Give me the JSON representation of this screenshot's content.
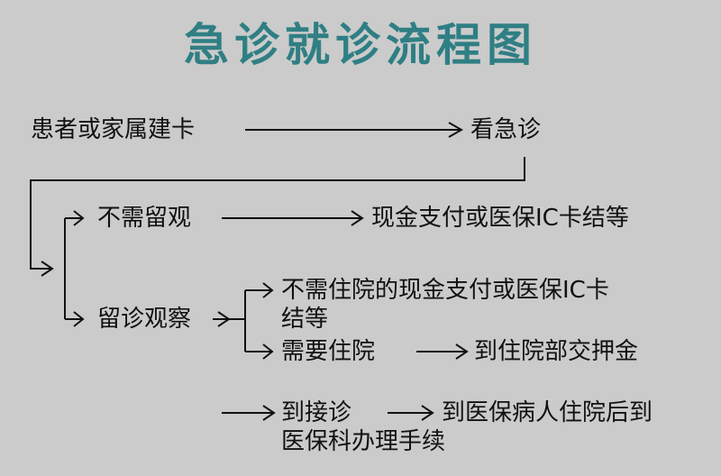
{
  "title": "急诊就诊流程图",
  "nodes": {
    "register": "患者或家属建卡",
    "see_doctor": "看急诊",
    "no_observation": "不需留观",
    "payment_1": "现金支付或医保IC卡结等",
    "observation": "留诊观察",
    "no_hospitalization_line1": "不需住院的现金支付或医保IC卡",
    "no_hospitalization_line2": "结等",
    "need_hospitalization": "需要住院",
    "deposit": "到住院部交押金",
    "referral": "到接诊",
    "insurance_line1": "到医保病人住院后到",
    "insurance_line2": "医保科办理手续"
  },
  "colors": {
    "background": "#cbcbcb",
    "title": "#2f7f84",
    "text": "#111111"
  }
}
